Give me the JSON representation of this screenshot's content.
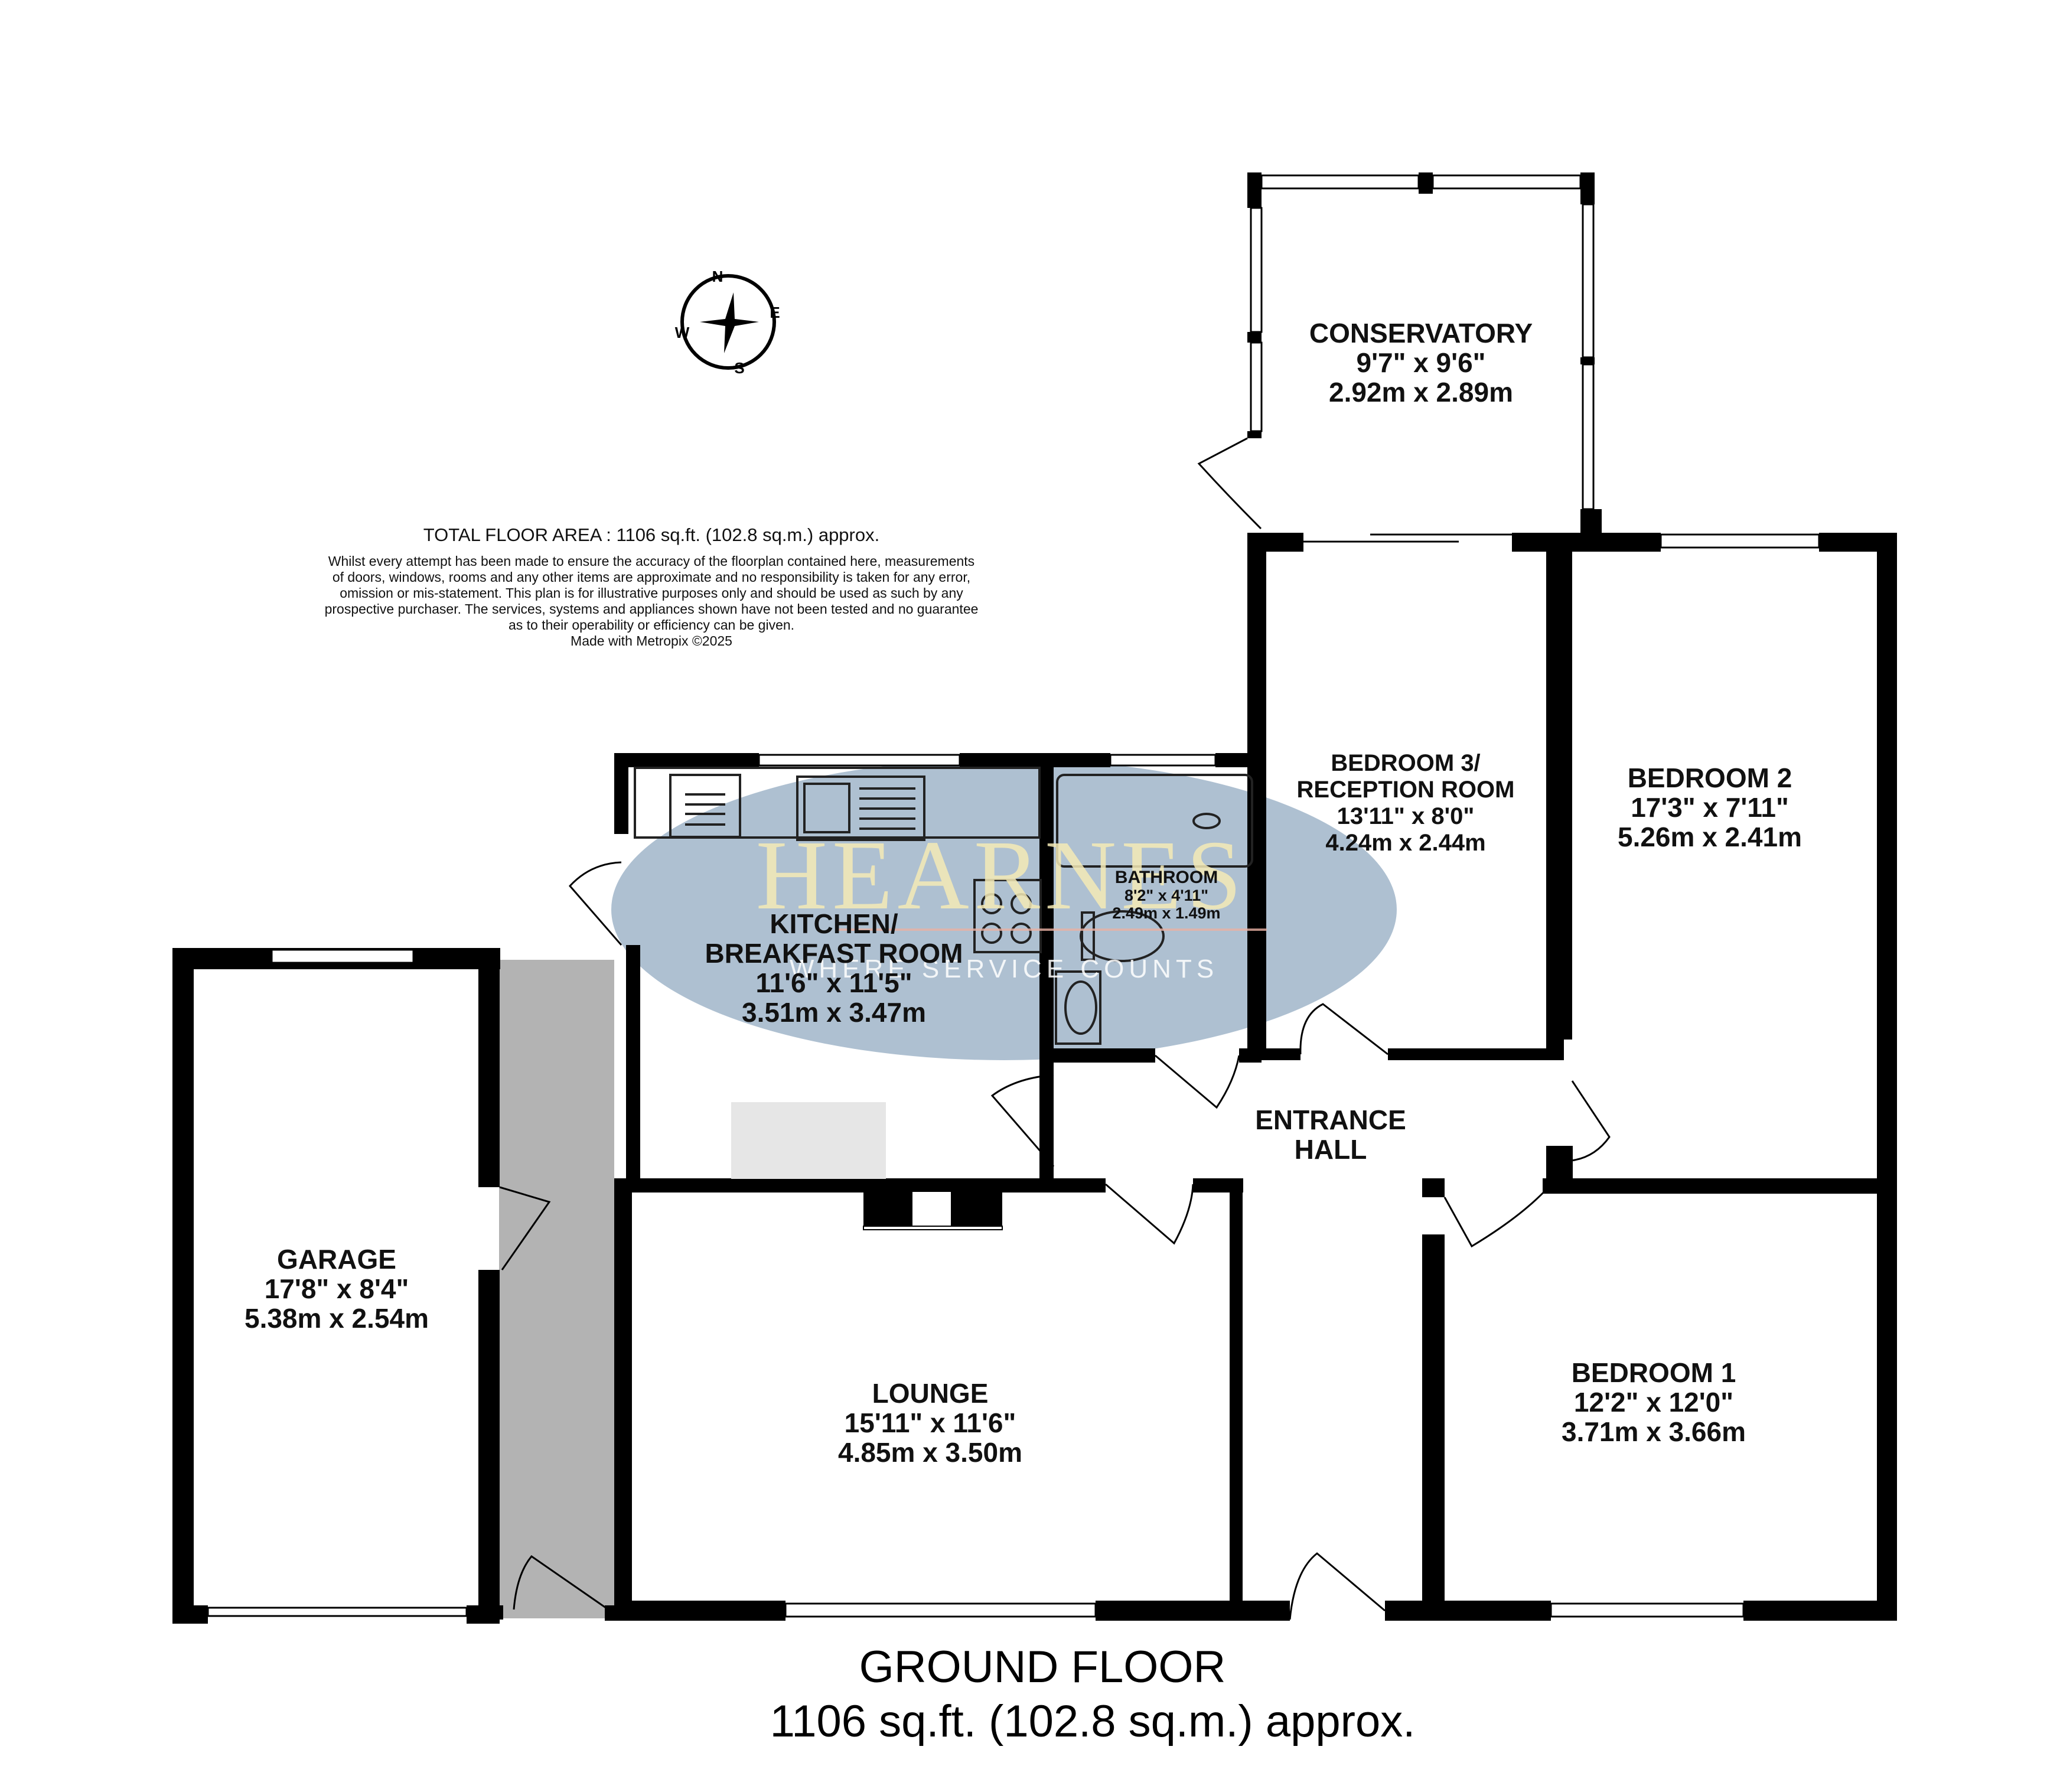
{
  "compass": {
    "n": "N",
    "e": "E",
    "s": "S",
    "w": "W"
  },
  "disclaimer": {
    "total": "TOTAL FLOOR AREA : 1106 sq.ft. (102.8 sq.m.) approx.",
    "lines": [
      "Whilst every attempt has been made to ensure the accuracy of the floorplan contained here, measurements",
      "of doors, windows, rooms and any other items are approximate and no responsibility is taken for any error,",
      "omission or mis-statement. This plan is for illustrative purposes only and should be used as such by any",
      "prospective purchaser. The services, systems and appliances shown have not been tested and no guarantee",
      "as to their operability or efficiency can be given.",
      "Made with Metropix ©2025"
    ]
  },
  "watermark": {
    "brand": "HEARNES",
    "tagline": "WHERE SERVICE COUNTS",
    "color": "#8fa7bf"
  },
  "rooms": {
    "conservatory": {
      "name": "CONSERVATORY",
      "imperial": "9'7\"  x 9'6\"",
      "metric": "2.92m  x 2.89m"
    },
    "bedroom3": {
      "name1": "BEDROOM 3/",
      "name2": "RECEPTION ROOM",
      "imperial": "13'11\"  x 8'0\"",
      "metric": "4.24m  x 2.44m"
    },
    "bedroom2": {
      "name": "BEDROOM 2",
      "imperial": "17'3\"  x 7'11\"",
      "metric": "5.26m  x 2.41m"
    },
    "kitchen": {
      "name1": "KITCHEN/",
      "name2": "BREAKFAST ROOM",
      "imperial": "11'6\"  x 11'5\"",
      "metric": "3.51m  x 3.47m"
    },
    "bathroom": {
      "name": "BATHROOM",
      "imperial": "8'2\"  x 4'11\"",
      "metric": "2.49m  x 1.49m"
    },
    "entrance": {
      "name1": "ENTRANCE",
      "name2": "HALL"
    },
    "garage": {
      "name": "GARAGE",
      "imperial": "17'8\"  x 8'4\"",
      "metric": "5.38m  x 2.54m"
    },
    "lounge": {
      "name": "LOUNGE",
      "imperial": "15'11\"  x 11'6\"",
      "metric": "4.85m  x 3.50m"
    },
    "bedroom1": {
      "name": "BEDROOM 1",
      "imperial": "12'2\"  x 12'0\"",
      "metric": "3.71m  x 3.66m"
    }
  },
  "footer": {
    "floor": "GROUND FLOOR",
    "area": "1106 sq.ft. (102.8 sq.m.) approx."
  }
}
